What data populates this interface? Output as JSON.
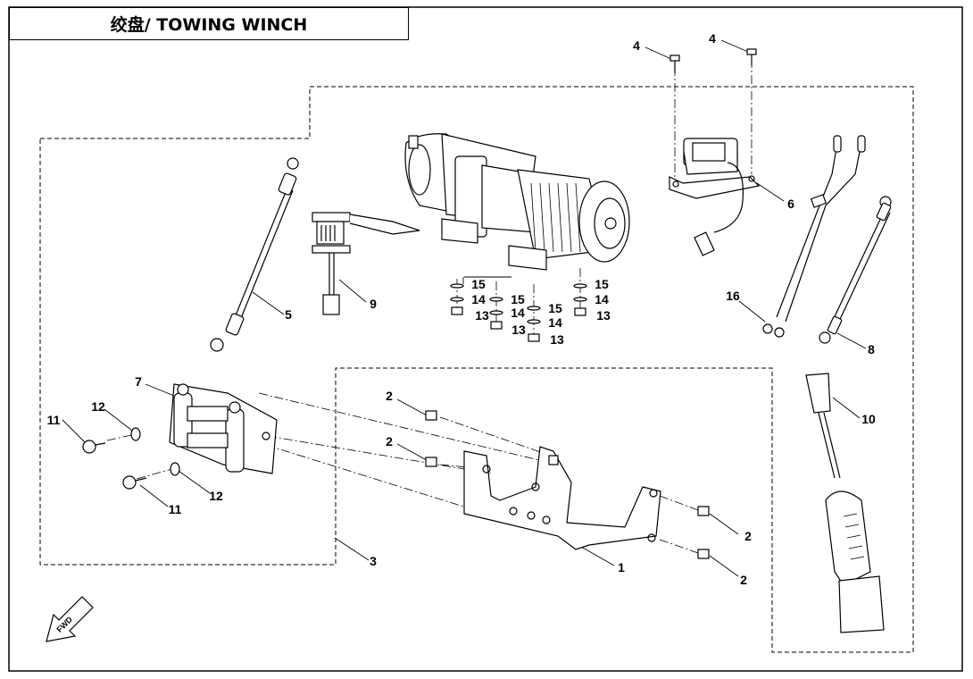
{
  "title": "绞盘/ TOWING WINCH",
  "fwd_label": "FWD",
  "callouts": {
    "c1": "1",
    "c2a": "2",
    "c2b": "2",
    "c2c": "2",
    "c2d": "2",
    "c3": "3",
    "c4a": "4",
    "c4b": "4",
    "c5": "5",
    "c6": "6",
    "c7": "7",
    "c8": "8",
    "c9": "9",
    "c10": "10",
    "c11a": "11",
    "c11b": "11",
    "c12a": "12",
    "c12b": "12",
    "c13a": "13",
    "c13b": "13",
    "c13c": "13",
    "c13d": "13",
    "c14a": "14",
    "c14b": "14",
    "c14c": "14",
    "c14d": "14",
    "c15a": "15",
    "c15b": "15",
    "c15c": "15",
    "c15d": "15",
    "c16": "16"
  }
}
